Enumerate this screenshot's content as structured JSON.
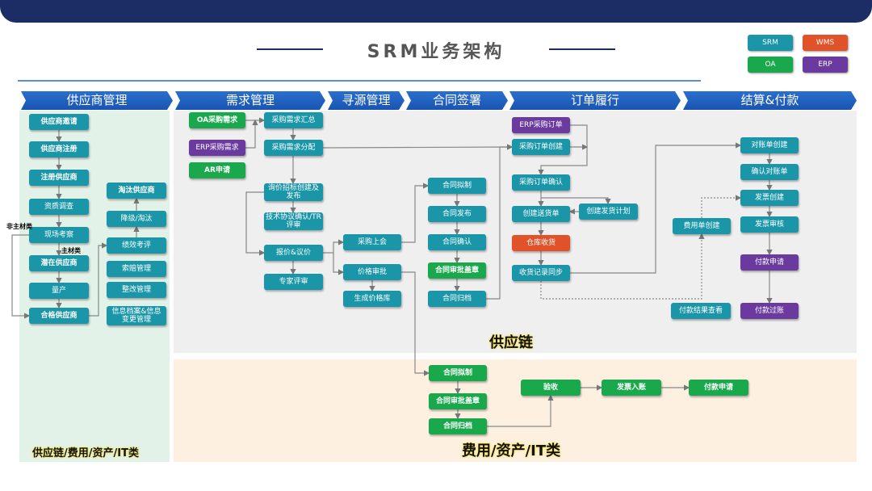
{
  "title": "SRM业务架构",
  "legend": [
    {
      "id": "srm",
      "label": "SRM",
      "color": "#1a96a8"
    },
    {
      "id": "wms",
      "label": "WMS",
      "color": "#e2522a"
    },
    {
      "id": "oa",
      "label": "OA",
      "color": "#1aa84c"
    },
    {
      "id": "erp",
      "label": "ERP",
      "color": "#6b3a9e"
    }
  ],
  "phases": [
    "供应商管理",
    "需求管理",
    "寻源管理",
    "合同签署",
    "订单履行",
    "结算&付款"
  ],
  "labels": {
    "non_main": "非主材类",
    "main": "主材类",
    "supply_chain": "供应链",
    "expense": "费用/资产/IT类",
    "left_footer": "供应链/费用/资产/IT类"
  },
  "nodes": [
    {
      "id": "s1",
      "label": "供应商邀请",
      "type": "srm",
      "bold": true
    },
    {
      "id": "s2",
      "label": "供应商注册",
      "type": "srm",
      "bold": true
    },
    {
      "id": "s3",
      "label": "注册供应商",
      "type": "srm",
      "bold": true
    },
    {
      "id": "s4",
      "label": "资质调查",
      "type": "srm"
    },
    {
      "id": "s5",
      "label": "现场考察",
      "type": "srm"
    },
    {
      "id": "s6",
      "label": "潜在供应商",
      "type": "srm",
      "bold": true
    },
    {
      "id": "s7",
      "label": "量产",
      "type": "srm"
    },
    {
      "id": "s8",
      "label": "合格供应商",
      "type": "srm",
      "bold": true
    },
    {
      "id": "r1",
      "label": "淘汰供应商",
      "type": "srm",
      "bold": true
    },
    {
      "id": "r2",
      "label": "降级/淘汰",
      "type": "srm"
    },
    {
      "id": "r3",
      "label": "绩效考评",
      "type": "srm"
    },
    {
      "id": "r4",
      "label": "索赔管理",
      "type": "srm"
    },
    {
      "id": "r5",
      "label": "整改管理",
      "type": "srm"
    },
    {
      "id": "r6",
      "label": "信息档案&信息变更管理",
      "type": "srm"
    },
    {
      "id": "d1",
      "label": "OA采购需求",
      "type": "oa",
      "bold": true
    },
    {
      "id": "d2",
      "label": "ERP采购需求",
      "type": "erp"
    },
    {
      "id": "d3",
      "label": "AR申请",
      "type": "oa",
      "bold": true
    },
    {
      "id": "d4",
      "label": "采购需求汇总",
      "type": "srm"
    },
    {
      "id": "d5",
      "label": "采购需求分配",
      "type": "srm"
    },
    {
      "id": "d6",
      "label": "询价招标创建及发布",
      "type": "srm"
    },
    {
      "id": "d7",
      "label": "技术协议确认/TR评审",
      "type": "srm"
    },
    {
      "id": "d8",
      "label": "报价&议价",
      "type": "srm"
    },
    {
      "id": "d9",
      "label": "专家评审",
      "type": "srm"
    },
    {
      "id": "x1",
      "label": "采购上会",
      "type": "srm"
    },
    {
      "id": "x2",
      "label": "价格审批",
      "type": "srm"
    },
    {
      "id": "x3",
      "label": "生成价格库",
      "type": "srm"
    },
    {
      "id": "c1",
      "label": "合同拟制",
      "type": "srm"
    },
    {
      "id": "c2",
      "label": "合同发布",
      "type": "srm"
    },
    {
      "id": "c3",
      "label": "合同确认",
      "type": "srm"
    },
    {
      "id": "c4",
      "label": "合同审批盖章",
      "type": "oa",
      "bold": true
    },
    {
      "id": "c5",
      "label": "合同归档",
      "type": "srm"
    },
    {
      "id": "o1",
      "label": "ERP采购订单",
      "type": "erp"
    },
    {
      "id": "o2",
      "label": "采购订单创建",
      "type": "srm"
    },
    {
      "id": "o3",
      "label": "采购订单确认",
      "type": "srm"
    },
    {
      "id": "o4",
      "label": "创建送货单",
      "type": "srm"
    },
    {
      "id": "o5",
      "label": "创建发货计划",
      "type": "srm"
    },
    {
      "id": "o6",
      "label": "仓库收货",
      "type": "wms"
    },
    {
      "id": "o7",
      "label": "收货记录同步",
      "type": "srm"
    },
    {
      "id": "p1",
      "label": "对账单创建",
      "type": "srm"
    },
    {
      "id": "p2",
      "label": "确认对账单",
      "type": "srm"
    },
    {
      "id": "p3",
      "label": "发票创建",
      "type": "srm"
    },
    {
      "id": "p4",
      "label": "发票审核",
      "type": "srm"
    },
    {
      "id": "p5",
      "label": "费用单创建",
      "type": "srm"
    },
    {
      "id": "p6",
      "label": "付款申请",
      "type": "erp"
    },
    {
      "id": "p7",
      "label": "付款结果查看",
      "type": "srm"
    },
    {
      "id": "p8",
      "label": "付款过账",
      "type": "erp"
    },
    {
      "id": "b1",
      "label": "合同拟制",
      "type": "oa",
      "bold": true
    },
    {
      "id": "b2",
      "label": "合同审批盖章",
      "type": "oa",
      "bold": true
    },
    {
      "id": "b3",
      "label": "合同归档",
      "type": "oa",
      "bold": true
    },
    {
      "id": "b4",
      "label": "验收",
      "type": "oa",
      "bold": true
    },
    {
      "id": "b5",
      "label": "发票入账",
      "type": "oa",
      "bold": true
    },
    {
      "id": "b6",
      "label": "付款申请",
      "type": "oa",
      "bold": true
    }
  ]
}
